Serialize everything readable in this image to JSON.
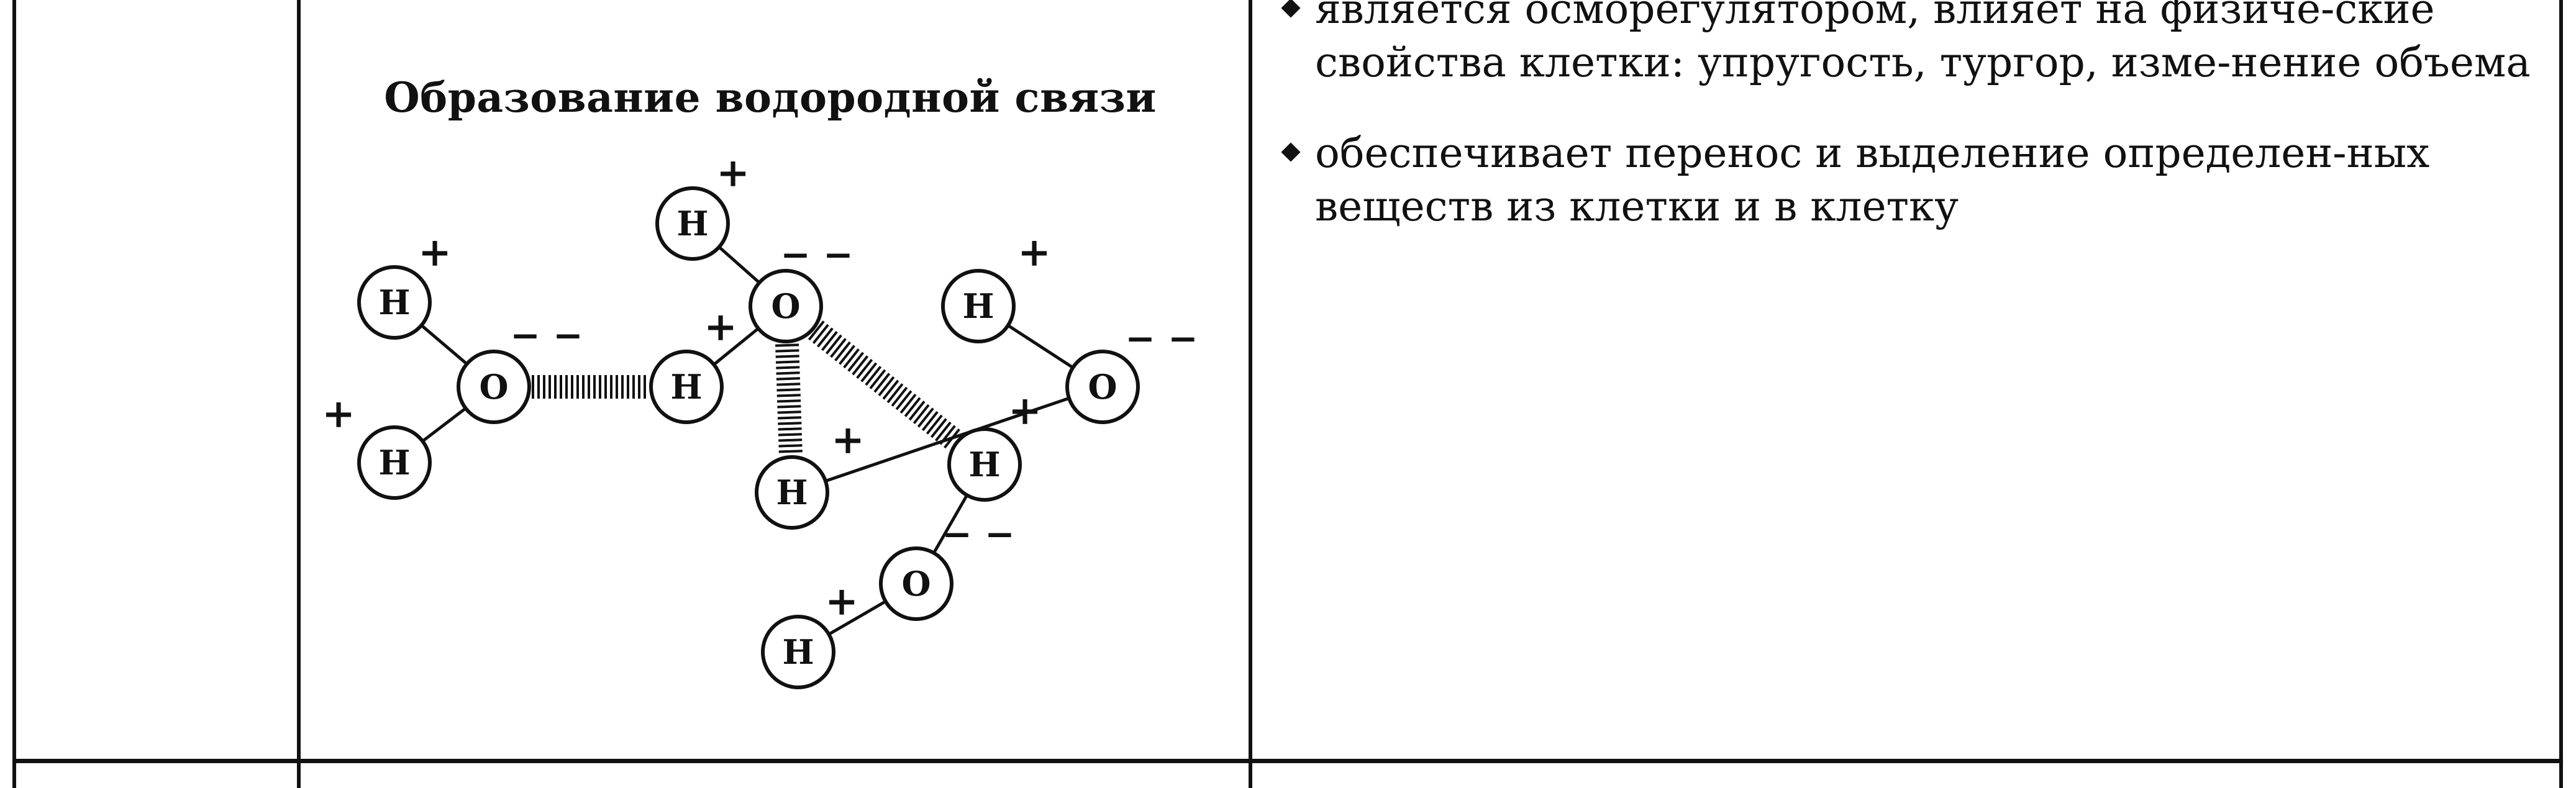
{
  "diagram": {
    "caption": "Образование водородной связи",
    "atoms": [
      {
        "id": "h1",
        "label": "H"
      },
      {
        "id": "h2",
        "label": "H"
      },
      {
        "id": "o1",
        "label": "O"
      },
      {
        "id": "h3",
        "label": "H"
      },
      {
        "id": "h4",
        "label": "H"
      },
      {
        "id": "o2",
        "label": "O"
      },
      {
        "id": "h5",
        "label": "H"
      },
      {
        "id": "h6",
        "label": "H"
      },
      {
        "id": "o3",
        "label": "O"
      },
      {
        "id": "h7",
        "label": "H"
      },
      {
        "id": "o4",
        "label": "O"
      },
      {
        "id": "h8",
        "label": "H"
      }
    ],
    "charges": {
      "positive": "+",
      "negative": "− −"
    },
    "covalent_bonds": [
      [
        "h1",
        "o1"
      ],
      [
        "h2",
        "o1"
      ],
      [
        "h3",
        "o2"
      ],
      [
        "h4",
        "o2"
      ],
      [
        "h5",
        "o3"
      ],
      [
        "h6",
        "o3"
      ],
      [
        "h7",
        "o4"
      ],
      [
        "h8",
        "o4"
      ]
    ],
    "hydrogen_bonds": [
      [
        "o1",
        "h3"
      ],
      [
        "o2",
        "h5"
      ],
      [
        "o2",
        "h7"
      ]
    ]
  },
  "bullets": [
    {
      "text": "является осморегулятором, влияет на физиче-ские свойства клетки: упругость, тургор, изме-нение объема"
    },
    {
      "text": "обеспечивает перенос и выделение определен-ных веществ из клетки и в клетку"
    }
  ]
}
